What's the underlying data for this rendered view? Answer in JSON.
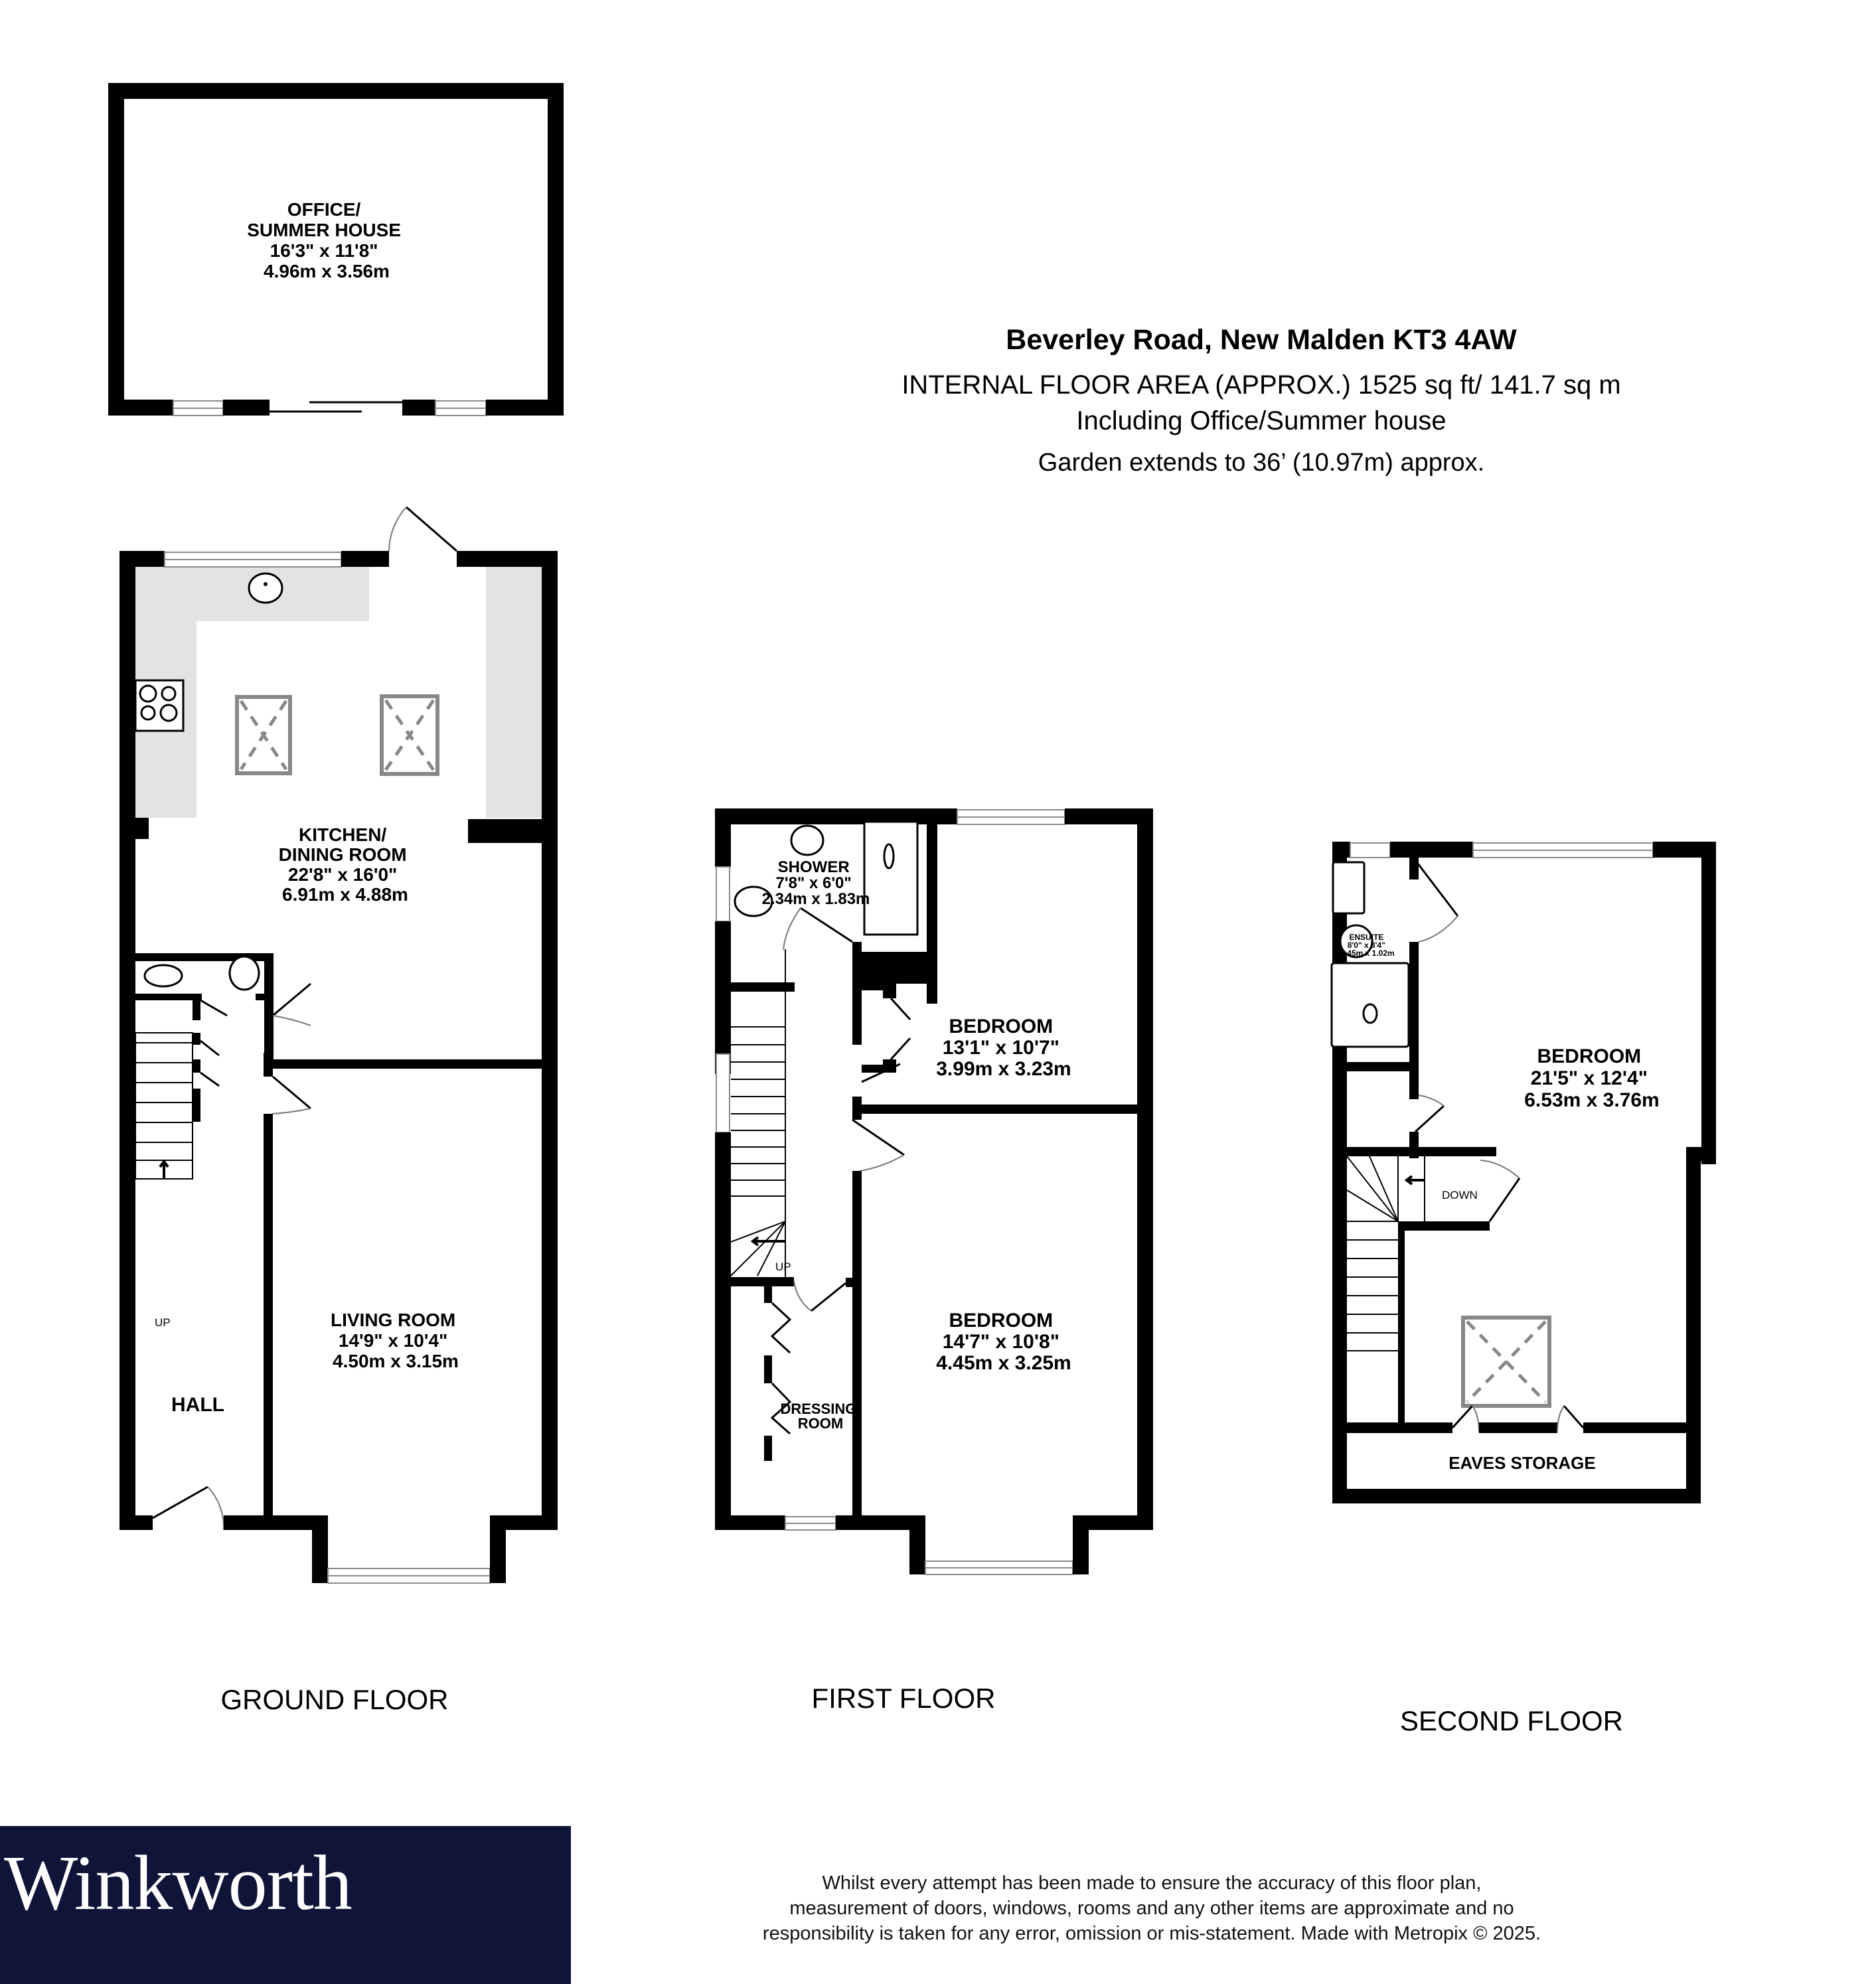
{
  "header": {
    "address": "Beverley Road, New Malden KT3 4AW",
    "internal_area": "INTERNAL FLOOR AREA (APPROX.) 1525 sq ft/ 141.7 sq m",
    "including": "Including Office/Summer house",
    "garden": "Garden extends to 36’ (10.97m) approx."
  },
  "outbuilding": {
    "rooms": [
      {
        "name_line1": "OFFICE/",
        "name_line2": "SUMMER HOUSE",
        "imperial": "16'3\"  x 11'8\"",
        "metric": "4.96m  x 3.56m"
      }
    ]
  },
  "floors": [
    {
      "label": "GROUND FLOOR",
      "rooms": [
        {
          "name_line1": "KITCHEN/",
          "name_line2": "DINING ROOM",
          "imperial": "22'8\"  x 16'0\"",
          "metric": "6.91m  x 4.88m"
        },
        {
          "name": "LIVING ROOM",
          "imperial": "14'9\"  x 10'4\"",
          "metric": "4.50m  x 3.15m"
        },
        {
          "name": "HALL"
        }
      ],
      "stair_label": "UP"
    },
    {
      "label": "FIRST FLOOR",
      "rooms": [
        {
          "name": "SHOWER",
          "imperial": "7'8\"  x 6'0\"",
          "metric": "2.34m  x 1.83m"
        },
        {
          "name": "BEDROOM",
          "imperial": "13'1\"  x 10'7\"",
          "metric": "3.99m  x 3.23m"
        },
        {
          "name": "BEDROOM",
          "imperial": "14'7\"  x 10'8\"",
          "metric": "4.45m  x 3.25m"
        },
        {
          "name_line1": "DRESSING",
          "name_line2": "ROOM"
        }
      ],
      "stair_label": "UP"
    },
    {
      "label": "SECOND FLOOR",
      "rooms": [
        {
          "name": "BEDROOM",
          "imperial": "21'5\"  x 12'4\"",
          "metric": "6.53m  x 3.76m"
        },
        {
          "name": "ENSUITE",
          "imperial": "8'0\"  x 3'4\"",
          "metric": "2.45m  x 1.02m"
        },
        {
          "name": "EAVES STORAGE"
        }
      ],
      "stair_label": "DOWN"
    }
  ],
  "brand": {
    "name": "Winkworth",
    "color": "#0f1539"
  },
  "disclaimer": {
    "line1": "Whilst every attempt has been made to ensure the accuracy of this floor plan,",
    "line2": "measurement of doors, windows, rooms and any other items are approximate and no",
    "line3": "responsibility is taken for any error, omission or mis-statement. Made with Metropix © 2025."
  }
}
